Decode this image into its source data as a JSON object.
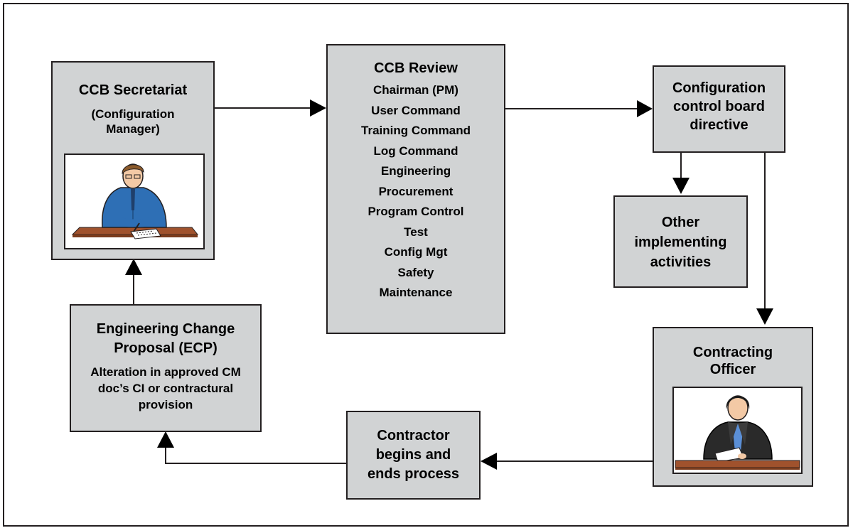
{
  "boxes": {
    "secretariat": {
      "title": "CCB Secretariat",
      "sub": "(Configuration Manager)"
    },
    "review": {
      "title": "CCB Review",
      "members": [
        "Chairman (PM)",
        "User Command",
        "Training Command",
        "Log Command",
        "Engineering",
        "Procurement",
        "Program Control",
        "Test",
        "Config Mgt",
        "Safety",
        "Maintenance"
      ]
    },
    "directive": {
      "title": "Configuration control board directive"
    },
    "other": {
      "title": "Other implementing activities"
    },
    "contracting": {
      "title": "Contracting Officer"
    },
    "contractor": {
      "title": "Contractor begins and ends process"
    },
    "ecp": {
      "title": "Engineering Change Proposal (ECP)",
      "sub": "Alteration in approved CM doc’s CI or contractural provision"
    }
  },
  "colors": {
    "box_fill": "#d1d3d4",
    "border": "#231f20",
    "man_shirt": "#2e6fb5",
    "desk": "#a0522d"
  }
}
